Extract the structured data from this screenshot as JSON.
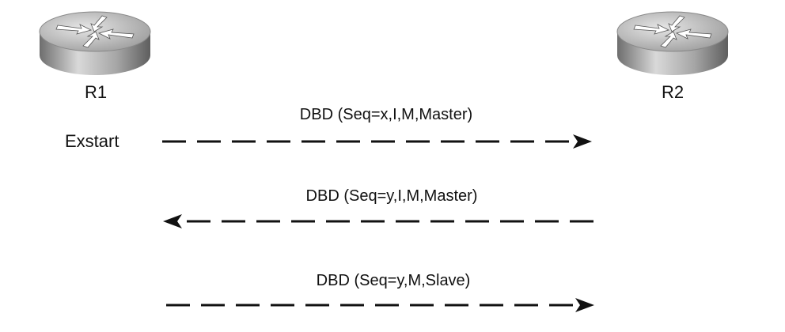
{
  "routers": [
    {
      "name": "R1"
    },
    {
      "name": "R2"
    }
  ],
  "state_label": "Exstart",
  "messages": [
    {
      "label": "DBD (Seq=x,I,M,Master)",
      "direction": "R1-to-R2"
    },
    {
      "label": "DBD (Seq=y,I,M,Master)",
      "direction": "R2-to-R1"
    },
    {
      "label": "DBD (Seq=y,M,Slave)",
      "direction": "R1-to-R2"
    }
  ],
  "colors": {
    "ink": "#111111",
    "router_body": "#9a9a9a",
    "router_top": "#c8c8c8"
  },
  "icons": {
    "router": "router-icon",
    "arrow": "arrow-head-icon"
  }
}
